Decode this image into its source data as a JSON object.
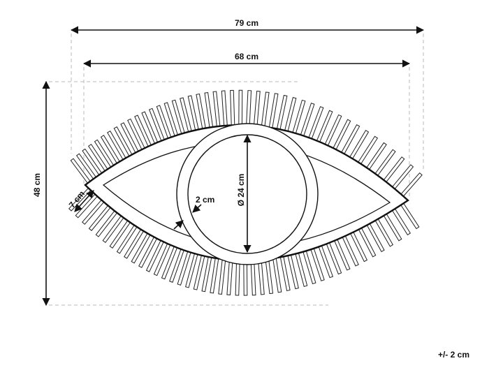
{
  "dimensions": {
    "overall_width": "79 cm",
    "frame_width": "68 cm",
    "height": "48 cm",
    "frame_band": "7 cm",
    "mirror_border": "2 cm",
    "mirror_diameter": "Ø 24 cm"
  },
  "tolerance": "+/- 2 cm",
  "colors": {
    "line": "#111111",
    "guide": "#b8b8b8",
    "background": "#ffffff"
  }
}
